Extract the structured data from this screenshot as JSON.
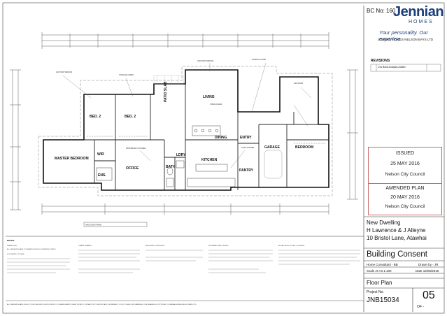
{
  "header": {
    "bc_no": "BC No: 160",
    "brand": "Jennian",
    "brand_sub": "HOMES",
    "tagline": "Your personality. Our expertise.",
    "company": "JENNIAN HOMES NELSON BAYS LTD"
  },
  "revisions": {
    "title": "REVISIONS",
    "row": "Cvs Build Analysis Added"
  },
  "stamps": [
    {
      "title": "ISSUED",
      "date": "25 MAY 2016",
      "council": "Nelson City Council"
    },
    {
      "title": "AMENDED PLAN",
      "date": "20 MAY 2016",
      "council": "Nelson City Council"
    }
  ],
  "project": {
    "name": "New Dwelling",
    "client": "H Lawrence & J Alleyne",
    "address": "10 Bristol Lane, Atawhai",
    "stage": "Building Consent",
    "consultant": "Home Consultant - BB",
    "drawn_by": "Drawn by - JR",
    "scale": "Scale At A3  1:100",
    "date": "Date  12/05/2016",
    "sheet_title": "Floor Plan",
    "project_no_label": "Project No:",
    "project_no": "JNB15034",
    "sheet_no": "05",
    "of_label": "OF -"
  },
  "rooms": {
    "bed2a": "BED. 2",
    "bed2b": "BED. 2",
    "master": "MASTER BEDROOM",
    "wir": "WIR",
    "ens": "ENS.",
    "office": "OFFICE",
    "living": "LIVING",
    "dining": "DINING",
    "kitchen": "KITCHEN",
    "entry": "ENTRY",
    "garage": "GARAGE",
    "bedroom": "BEDROOM",
    "bath": "BATH",
    "ldry": "LDRY",
    "pantry": "PANTRY",
    "patio": "PATIO SLAB"
  },
  "area_label": "AREA OVER FRAME:",
  "notes": {
    "title": "NOTES",
    "headings": [
      "TIMBER FRAMING",
      "RECESSED DOWNLIGHTS",
      "WET AREAS WALL LININGS",
      "INSTALLATION OF GAS CYLINDERS"
    ],
    "col1": [
      "DIMENSIONS",
      "ALL DIMENSIONS ARE TO FRAMING UNLESS OTHERWISE STATED.",
      "HOT WATER CYLINDER"
    ],
    "footer": "ALL DIMENSIONS AND LEVELS TO BE CHECKED ON SITE PRIOR TO COMMENCEMENT OF ANY WORKS. CONTRACTOR TO REPORT ANY DISCREPANCY. DO NOT SCALE OFF DRAWINGS. THIS DRAWING IS COPYRIGHT OF JENNIAN HOMES NELSON BAYS LTD."
  }
}
